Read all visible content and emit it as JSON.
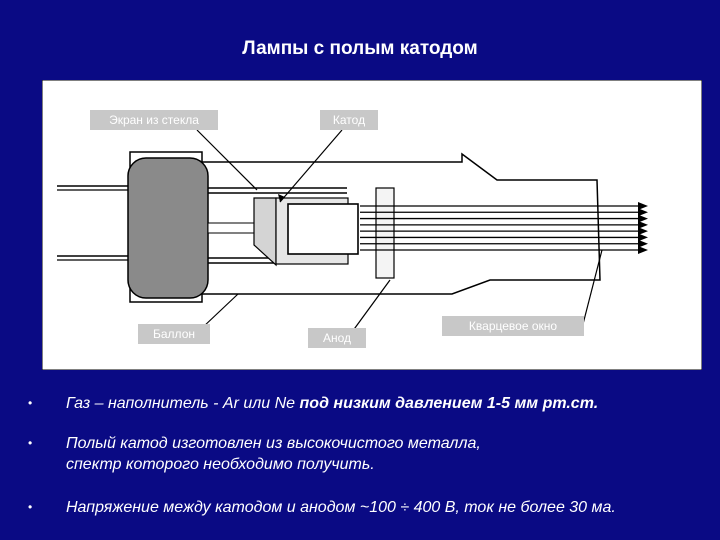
{
  "slide": {
    "title": "Лампы с полым катодом"
  },
  "diagram": {
    "labels": {
      "screen": "Экран из стекла",
      "cathode": "Катод",
      "balloon": "Баллон",
      "anode": "Анод",
      "window": "Кварцевое окно"
    },
    "colors": {
      "background": "#0a0a84",
      "frame_fill": "#ffffff",
      "stroke": "#000000",
      "label_text": "#ffffff"
    },
    "rays_count": 8
  },
  "bullets": {
    "b1": {
      "prefix": "Газ – наполнитель  -  Ar  или Ne ",
      "highlight": "под низким давлением  1-5 мм рт.ст."
    },
    "b2": {
      "line1": "Полый катод изготовлен из высокочистого металла,",
      "line2": "спектр которого необходимо получить."
    },
    "b3": {
      "text": "Напряжение между катодом и анодом ~100 ÷ 400 В, ток не более 30 ма."
    },
    "marker": "•"
  }
}
